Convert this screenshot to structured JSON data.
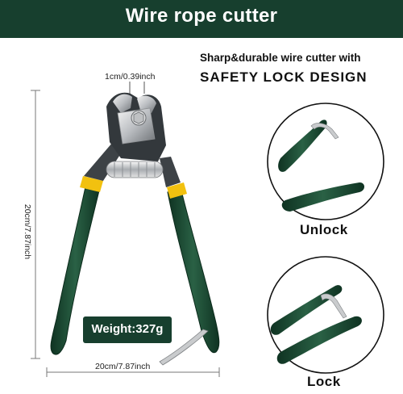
{
  "banner": {
    "title": "Wire rope cutter"
  },
  "feature": {
    "subtitle": "Sharp&durable wire cutter with",
    "headline": "SAFETY LOCK DESIGN"
  },
  "dimensions": {
    "jaw_opening": "1cm/0.39inch",
    "length": "20cm/7.87inch",
    "length_vertical": "20cm/7.87inch"
  },
  "weight": {
    "label": "Weight:327g"
  },
  "lock_states": {
    "unlock": "Unlock",
    "lock": "Lock"
  },
  "colors": {
    "brand_green": "#173f2e",
    "handle_green": "#1e4d35",
    "accent_yellow": "#f2c10f"
  }
}
